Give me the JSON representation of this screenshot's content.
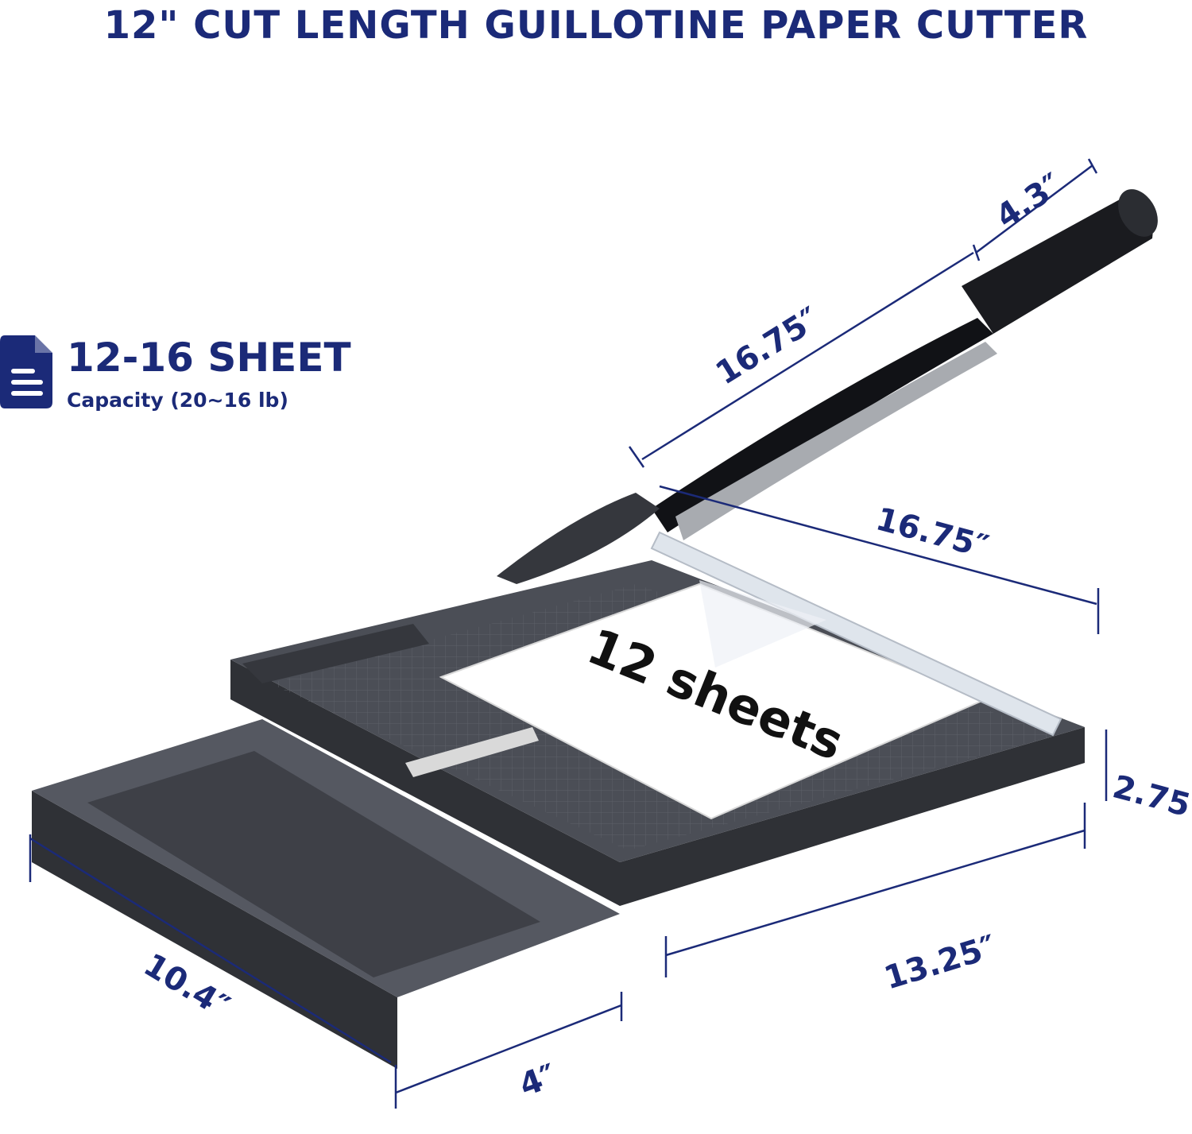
{
  "title": "12\" CUT LENGTH GUILLOTINE PAPER CUTTER",
  "badge": {
    "icon": "document-icon",
    "heading": "12-16 SHEET",
    "subtext": "Capacity (20~16 lb)"
  },
  "paper_label": "12 sheets",
  "dimensions": {
    "handle_length": "4.3″",
    "arm_length": "16.75″",
    "clamp_length": "16.75″",
    "height": "2.75″",
    "base_width": "13.25″",
    "base_depth": "10.4″",
    "drawer_width": "4″"
  },
  "colors": {
    "accent": "#1b2a78",
    "body": "#4b4e56",
    "body_dark": "#35373d",
    "paper": "#ffffff"
  }
}
